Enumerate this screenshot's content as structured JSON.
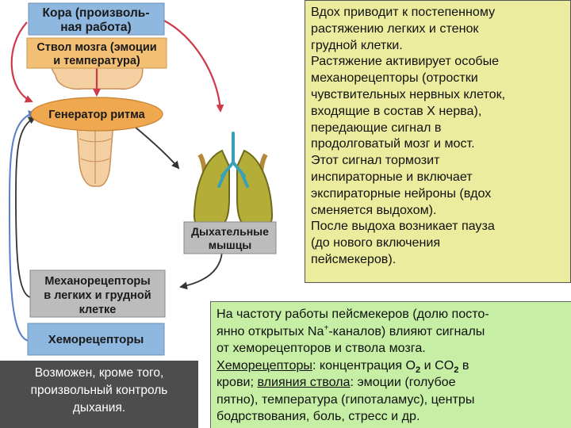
{
  "diagram": {
    "cortex_label": [
      "Кора (произволь-",
      "ная работа)"
    ],
    "brainstem_label": [
      "Ствол мозга (эмоции",
      "и температура)"
    ],
    "generator_label": "Генератор ритма",
    "muscles_label": [
      "Дыхательные",
      "мышцы"
    ],
    "mechanoreceptors_label": [
      "Механорецепторы",
      "в легких и грудной",
      "клетке"
    ],
    "chemoreceptors_label": "Хеморецепторы"
  },
  "right_panel": {
    "lines": [
      "Вдох приводит к постепенному",
      "растяжению легких и стенок",
      "грудной клетки.",
      "Растяжение активирует особые",
      "механорецепторы (отростки",
      "чувствительных нервных клеток,",
      "входящие в состав X нерва),",
      "передающие сигнал в",
      "продолговатый мозг и мост.",
      "Этот сигнал тормозит",
      "инспираторные и включает",
      "экспираторные нейроны (вдох",
      "сменяется выдохом).",
      "После выдоха возникает пауза",
      "(до нового включения",
      "пейсмекеров)."
    ]
  },
  "bottom_panel": {
    "line1": "На частоту работы пейсмекеров (долю посто-",
    "line2a": "янно открытых Na",
    "line2_sup": "+",
    "line2b": "-каналов) влияют сигналы",
    "line3": "от хеморецепторов и ствола мозга.",
    "line4_term": "Хеморецепторы",
    "line4a": ": концентрация O",
    "line4_sub1": "2",
    "line4b": " и CO",
    "line4_sub2": "2",
    "line4c": " в",
    "line5a": "крови; ",
    "line5_term": "влияния ствола",
    "line5b": ": эмоции (голубое",
    "line6": "пятно), температура (гипоталамус), центры",
    "line7": "бодрствования, боль, стресс и др."
  },
  "left_note": {
    "lines": [
      "Возможен, кроме того,",
      "произвольный контроль",
      "дыхания."
    ]
  },
  "colors": {
    "label_blue": "#8fb8e0",
    "label_orange": "#f2bf74",
    "generator_fill": "#f0a850",
    "grey_box": "#bcbcbc",
    "right_panel_bg": "#ecec9e",
    "bottom_panel_bg": "#c6eea4",
    "note_bg": "#4d4d4d",
    "arrow": "#cf3a4a"
  }
}
